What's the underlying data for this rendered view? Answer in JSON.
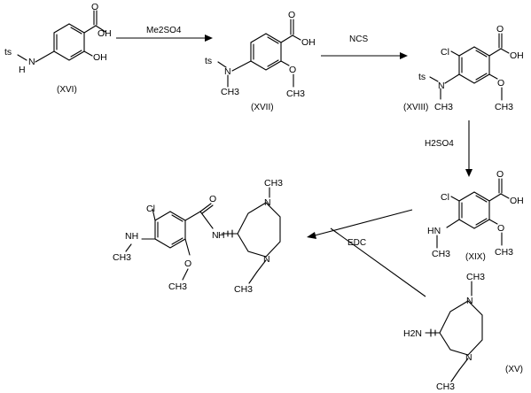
{
  "reagents": {
    "step1": "Me2SO4",
    "step2": "NCS",
    "step3": "H2SO4",
    "step4": "EDC"
  },
  "compounds": {
    "c16": "(XVI)",
    "c17": "(XVII)",
    "c18": "(XVIII)",
    "c19": "(XIX)",
    "c15": "(XV)"
  },
  "atoms": {
    "ts": "ts",
    "n": "N",
    "h": "H",
    "oh": "OH",
    "o": "O",
    "ch3": "CH3",
    "cl": "Cl",
    "nh": "NH",
    "hn": "HN",
    "h2n": "H2N",
    "hnAmide": "H"
  }
}
